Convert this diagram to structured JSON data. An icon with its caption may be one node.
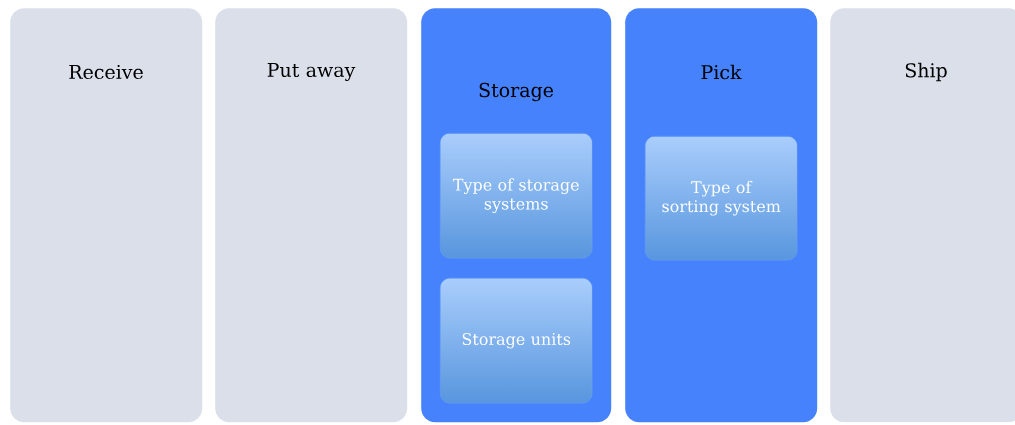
{
  "diagram": {
    "nodes": [
      {
        "text": [
          "Receive"
        ]
      },
      {
        "text": [
          "Put away"
        ]
      },
      {
        "text": [
          "Storage"
        ]
      },
      {
        "text": [
          "Type of storage systems"
        ],
        "in": 2
      },
      {
        "text": [
          "Storage units"
        ],
        "in": 2
      },
      {
        "text": [
          "Pick"
        ]
      },
      {
        "text": [
          "Type of sorting system"
        ],
        "in": 5
      },
      {
        "text": [
          "Ship"
        ]
      }
    ]
  }
}
